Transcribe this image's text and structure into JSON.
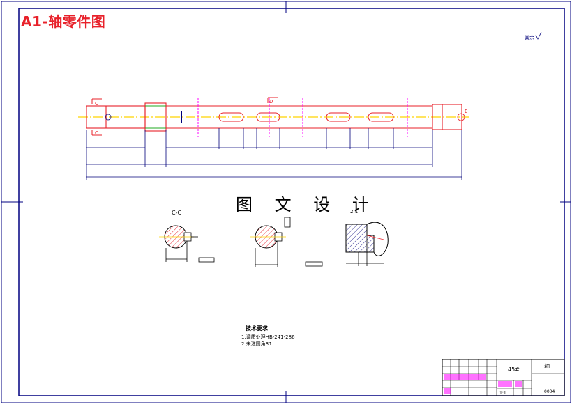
{
  "title": "A1-轴零件图",
  "watermark": "图 文 设 计",
  "drawing": {
    "roughness_note": "其余",
    "section_label": "C-C",
    "detail_label": "E",
    "detail_scale": "2:1",
    "section_c": "C",
    "section_d": "D"
  },
  "tech_requirements": {
    "heading": "技术要求",
    "line1": "1.调质处理HB-241-286",
    "line2": "2.未注圆角R1"
  },
  "title_block": {
    "material": "45#",
    "part_name": "轴",
    "drawing_no": "0004",
    "scale": "1:1"
  },
  "colors": {
    "border": "#000080",
    "outline": "#e8212a",
    "centerline": "#ffd400",
    "hidden": "#ff00ff",
    "dimension": "#00007a"
  }
}
